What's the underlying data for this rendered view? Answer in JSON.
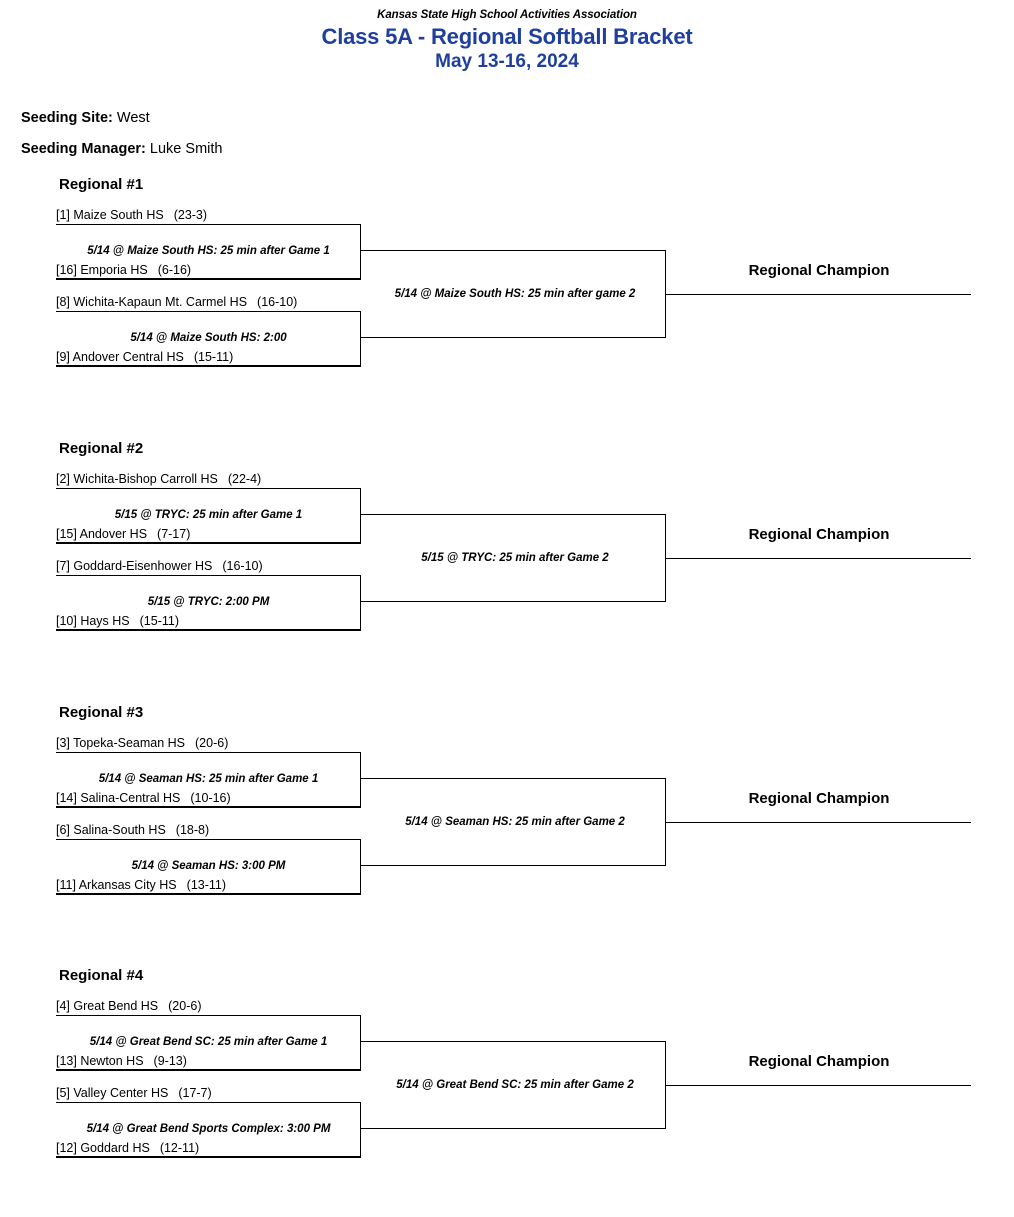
{
  "header": {
    "association": "Kansas State High School Activities Association",
    "title": "Class 5A - Regional Softball Bracket",
    "dates": "May 13-16, 2024",
    "title_color": "#1F3F9E"
  },
  "meta": {
    "site_label": "Seeding Site:",
    "site_value": "West",
    "manager_label": "Seeding Manager:",
    "manager_value": "Luke Smith"
  },
  "champion_label": "Regional Champion",
  "regions": [
    {
      "name": "Regional #1",
      "teams": [
        {
          "seed": "[1] Maize South HS",
          "record": "(23-3)"
        },
        {
          "seed": "[16] Emporia HS",
          "record": "(6-16)"
        },
        {
          "seed": "[8] Wichita-Kapaun Mt. Carmel HS",
          "record": "(16-10)"
        },
        {
          "seed": "[9] Andover Central HS",
          "record": "(15-11)"
        }
      ],
      "game1": "5/14 @ Maize South HS: 25 min after Game 1",
      "game2": "5/14 @ Maize South HS: 2:00",
      "game3": "5/14 @ Maize South HS: 25 min after game 2"
    },
    {
      "name": "Regional #2",
      "teams": [
        {
          "seed": "[2] Wichita-Bishop Carroll HS",
          "record": "(22-4)"
        },
        {
          "seed": "[15] Andover HS",
          "record": "(7-17)"
        },
        {
          "seed": "[7] Goddard-Eisenhower HS",
          "record": "(16-10)"
        },
        {
          "seed": "[10] Hays HS",
          "record": "(15-11)"
        }
      ],
      "game1": "5/15 @ TRYC: 25 min after Game 1",
      "game2": "5/15 @ TRYC: 2:00 PM",
      "game3": "5/15 @ TRYC: 25 min after Game 2"
    },
    {
      "name": "Regional #3",
      "teams": [
        {
          "seed": "[3] Topeka-Seaman HS",
          "record": "(20-6)"
        },
        {
          "seed": "[14] Salina-Central HS",
          "record": "(10-16)"
        },
        {
          "seed": "[6] Salina-South HS",
          "record": "(18-8)"
        },
        {
          "seed": "[11] Arkansas City HS",
          "record": "(13-11)"
        }
      ],
      "game1": "5/14 @ Seaman HS: 25 min after Game 1",
      "game2": "5/14 @ Seaman HS: 3:00 PM",
      "game3": "5/14 @ Seaman HS: 25 min after Game 2"
    },
    {
      "name": "Regional #4",
      "teams": [
        {
          "seed": "[4] Great Bend HS",
          "record": "(20-6)"
        },
        {
          "seed": "[13] Newton HS",
          "record": "(9-13)"
        },
        {
          "seed": "[5] Valley Center HS",
          "record": "(17-7)"
        },
        {
          "seed": "[12] Goddard HS",
          "record": "(12-11)"
        }
      ],
      "game1": "5/14 @ Great Bend SC: 25 min after Game 1",
      "game2": "5/14 @ Great Bend Sports Complex: 3:00 PM",
      "game3": "5/14 @ Great Bend SC: 25 min after Game 2"
    }
  ]
}
